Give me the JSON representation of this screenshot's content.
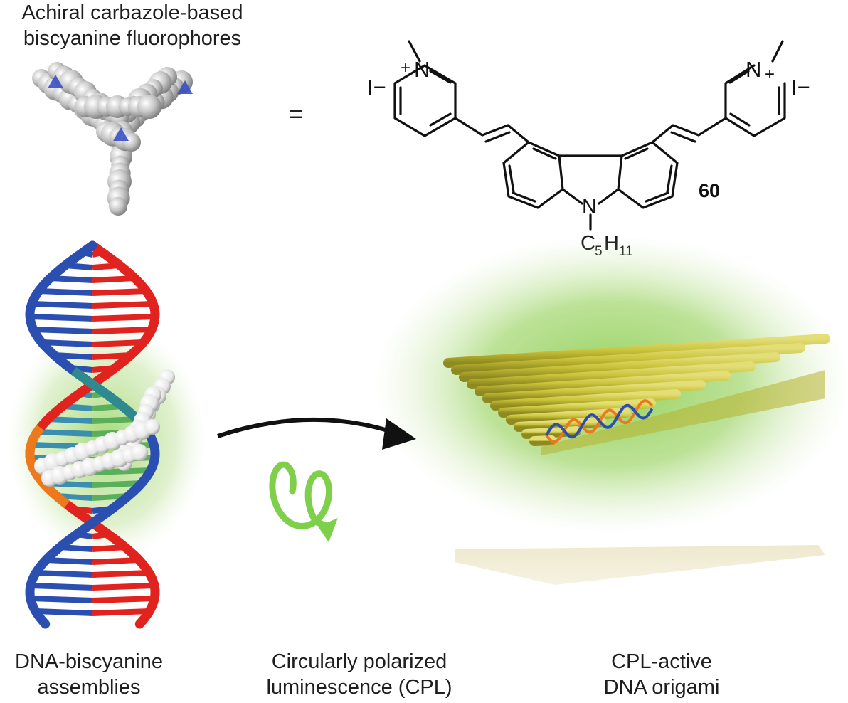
{
  "figure": {
    "top_title": [
      "Achiral carbazole-based",
      "biscyanine fluorophores"
    ],
    "equals": "=",
    "structure": {
      "counter_ion_left": "I−",
      "counter_ion_right": "I−",
      "plus_left": "+",
      "plus_right": "+",
      "nitrogen_left": "N",
      "nitrogen_right": "N",
      "nitrogen_core": "N",
      "substituent_c": "C",
      "substituent_c_sub": "5",
      "substituent_h": "H",
      "substituent_h_sub": "11",
      "compound_number": "60"
    },
    "labels": {
      "dna": [
        "DNA-biscyanine",
        "assemblies"
      ],
      "cpl": [
        "Circularly polarized",
        "luminescence (CPL)"
      ],
      "origami": [
        "CPL-active",
        "DNA origami"
      ]
    }
  },
  "colors": {
    "dna_red": "#e0231f",
    "dna_blue": "#2b4fb0",
    "dna_orange": "#ec7a1c",
    "glow_green": "#8fcf55",
    "helix_green": "#7ed04a",
    "origami_yellow": "#c9c23a",
    "molecule_grey": "#b9b9b9",
    "nitrogen_blue": "#3a50c8",
    "arrow_black": "#111111"
  }
}
